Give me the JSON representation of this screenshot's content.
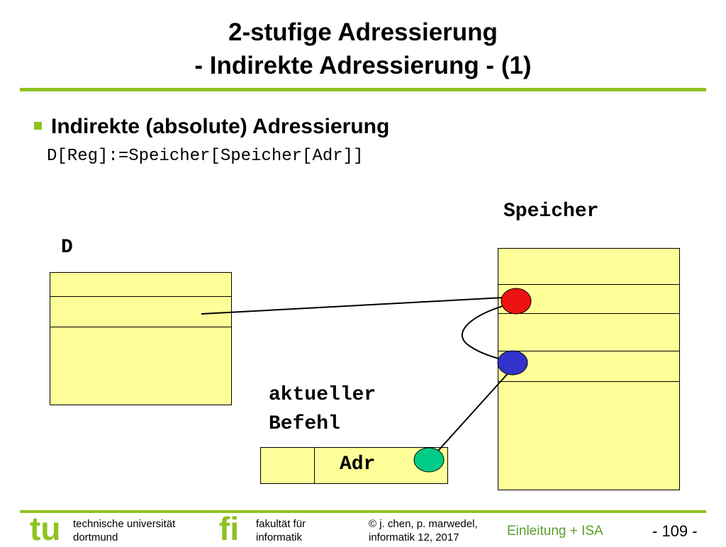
{
  "slide": {
    "title_line1": "2-stufige Adressierung",
    "title_line2": "- Indirekte Adressierung - (1)",
    "bullet": "Indirekte (absolute) Adressierung",
    "formula": "D[Reg]:=Speicher[Speicher[Adr]]"
  },
  "diagram": {
    "speicher_label": "Speicher",
    "d_label": "D",
    "befehl_label_line1": "aktueller",
    "befehl_label_line2": "Befehl",
    "adr_label": "Adr",
    "colors": {
      "cell_fill": "#ffff99",
      "red_dot": "#ee1111",
      "blue_dot": "#3333cc",
      "green_dot": "#00cc88"
    }
  },
  "footer": {
    "tu_logo": "tu",
    "uni_line1": "technische universität",
    "uni_line2": "dortmund",
    "fi_logo": "fi",
    "fak_line1": "fakultät für",
    "fak_line2": "informatik",
    "copy_line1": "© j. chen, p. marwedel,",
    "copy_line2": "informatik 12,  2017",
    "topic": "Einleitung + ISA",
    "page": "- 109 -"
  }
}
